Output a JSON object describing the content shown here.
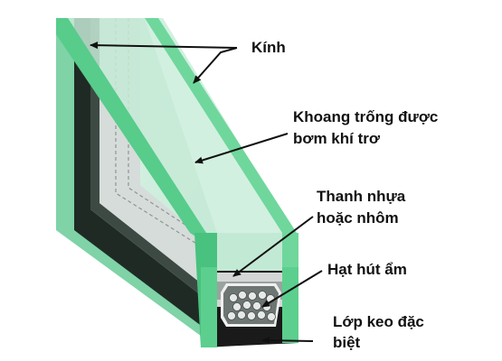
{
  "labels": {
    "glass": "Kính",
    "cavity_line1": "Khoang trống được",
    "cavity_line2": "bơm khí trơ",
    "spacer_line1": "Thanh nhựa",
    "spacer_line2": "hoặc nhôm",
    "desiccant": "Hạt hút ẩm",
    "sealant_line1": "Lớp keo đặc",
    "sealant_line2": "biệt"
  },
  "colors": {
    "glass_face": "#c9ecd9",
    "glass_edge": "#5fcf92",
    "sealant": "#1a1a1a",
    "spacer": "#d4d6d6",
    "desiccant": "#8a9090",
    "arrow": "#111111"
  }
}
